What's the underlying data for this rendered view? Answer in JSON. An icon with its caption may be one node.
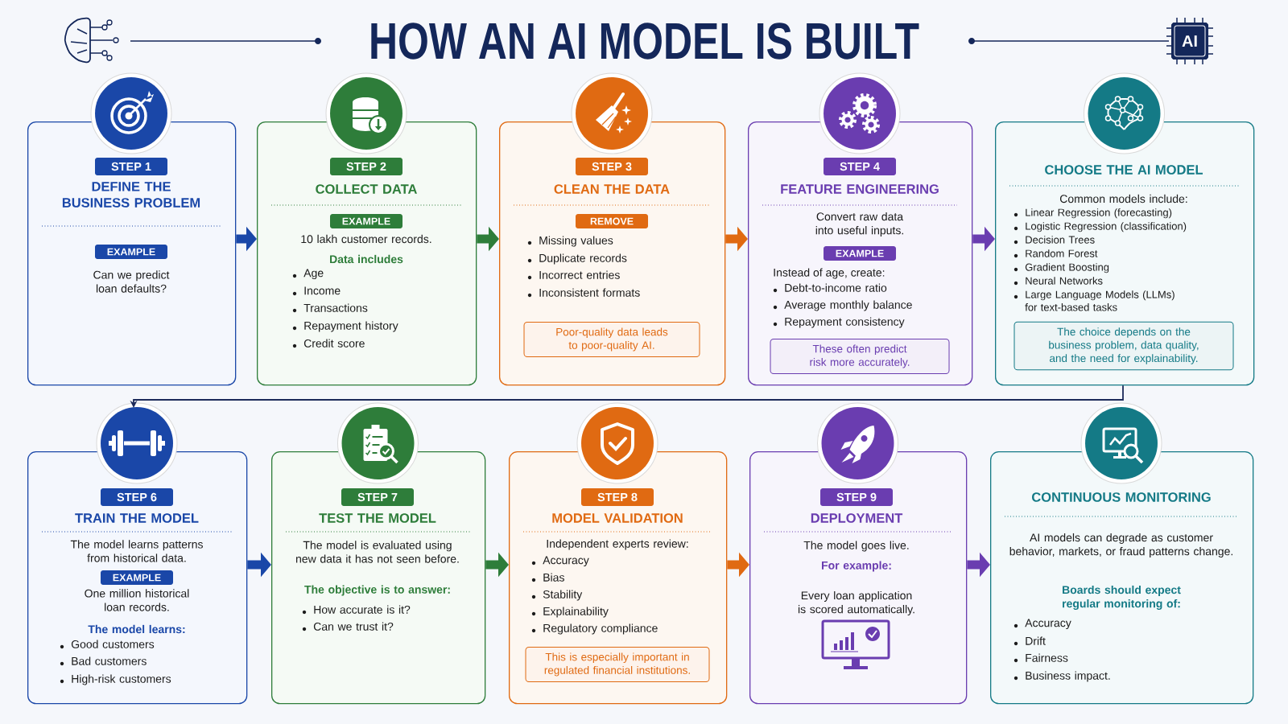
{
  "diagram": {
    "title": "HOW AN AI MODEL IS BUILT",
    "nodes": [
      {
        "text": [
          "DEFINE THE BUSINESS PROBLEM",
          "Can we predict loan defaults?"
        ]
      },
      {
        "text": [
          "STEP 1"
        ],
        "in": 0
      },
      {
        "text": [
          "EXAMPLE"
        ],
        "in": 0
      },
      {
        "text": [
          "COLLECT DATA",
          "10 lakh customer records.",
          "Data includes",
          "Age",
          "Income",
          "Transactions",
          "Repayment history",
          "Credit score"
        ]
      },
      {
        "text": [
          "STEP 2"
        ],
        "in": 3
      },
      {
        "text": [
          "EXAMPLE"
        ],
        "in": 3
      },
      {
        "text": [
          "CLEAN THE DATA",
          "Missing values",
          "Duplicate records",
          "Incorrect entries",
          "Inconsistent formats"
        ]
      },
      {
        "text": [
          "STEP 3"
        ],
        "in": 6
      },
      {
        "text": [
          "REMOVE"
        ],
        "in": 6
      },
      {
        "text": [
          "Poor-quality data leads to poor-quality AI."
        ],
        "in": 6
      },
      {
        "text": [
          "FEATURE ENGINEERING",
          "Convert raw data into useful inputs.",
          "Instead of age, create:",
          "Debt-to-income ratio",
          "Average monthly balance",
          "Repayment consistency"
        ]
      },
      {
        "text": [
          "STEP 4"
        ],
        "in": 10
      },
      {
        "text": [
          "EXAMPLE"
        ],
        "in": 10
      },
      {
        "text": [
          "These often predict risk more accurately."
        ],
        "in": 10
      },
      {
        "text": [
          "CHOOSE THE AI MODEL",
          "Common models include:",
          "Linear Regression (forecasting)",
          "Logistic Regression (classification)",
          "Decision Trees",
          "Random Forest",
          "Gradient Boosting",
          "Neural Networks",
          "Large Language Models (LLMs) for text-based tasks"
        ]
      },
      {
        "text": [
          "The choice depends on the business problem, data quality, and the need for explainability."
        ],
        "in": 14
      },
      {
        "text": [
          "TRAIN THE MODEL",
          "The model learns patterns from historical data.",
          "One million historical loan records.",
          "The model learns:",
          "Good customers",
          "Bad customers",
          "High-risk customers"
        ]
      },
      {
        "text": [
          "STEP 6"
        ],
        "in": 16
      },
      {
        "text": [
          "EXAMPLE"
        ],
        "in": 16
      },
      {
        "text": [
          "TEST THE MODEL",
          "The model is evaluated using new data it has not seen before.",
          "The objective is to answer:",
          "How accurate is it?",
          "Can we trust it?"
        ]
      },
      {
        "text": [
          "STEP 7"
        ],
        "in": 19
      },
      {
        "text": [
          "MODEL VALIDATION",
          "Independent experts review:",
          "Accuracy",
          "Bias",
          "Stability",
          "Explainability",
          "Regulatory compliance"
        ]
      },
      {
        "text": [
          "STEP 8"
        ],
        "in": 21
      },
      {
        "text": [
          "This is especially important in regulated financial institutions."
        ],
        "in": 21
      },
      {
        "text": [
          "DEPLOYMENT",
          "The model goes live.",
          "For example:",
          "Every loan application is scored automatically."
        ]
      },
      {
        "text": [
          "STEP 9"
        ],
        "in": 24
      },
      {
        "text": [
          "CONTINUOUS MONITORING",
          "AI models can degrade as customer behavior, markets, or fraud patterns change.",
          "Boards should expect regular monitoring of:",
          "Accuracy",
          "Drift",
          "Fairness",
          "Business impact."
        ]
      }
    ],
    "edges": [
      {
        "from": 0,
        "to": 3,
        "arrow": "to",
        "color": "#1a47a8"
      },
      {
        "from": 3,
        "to": 6,
        "arrow": "to",
        "color": "#2e7d3a"
      },
      {
        "from": 6,
        "to": 10,
        "arrow": "to",
        "color": "#e06a12"
      },
      {
        "from": 10,
        "to": 14,
        "arrow": "to",
        "color": "#6a3db0"
      },
      {
        "from": 14,
        "to": 16,
        "arrow": "to",
        "color": "#1c2a5a"
      },
      {
        "from": 16,
        "to": 19,
        "arrow": "to",
        "color": "#1a47a8"
      },
      {
        "from": 19,
        "to": 21,
        "arrow": "to",
        "color": "#2e7d3a"
      },
      {
        "from": 21,
        "to": 24,
        "arrow": "to",
        "color": "#e06a12"
      },
      {
        "from": 24,
        "to": 26,
        "arrow": "to",
        "color": "#6a3db0"
      }
    ],
    "labels": [
      "AI"
    ]
  }
}
